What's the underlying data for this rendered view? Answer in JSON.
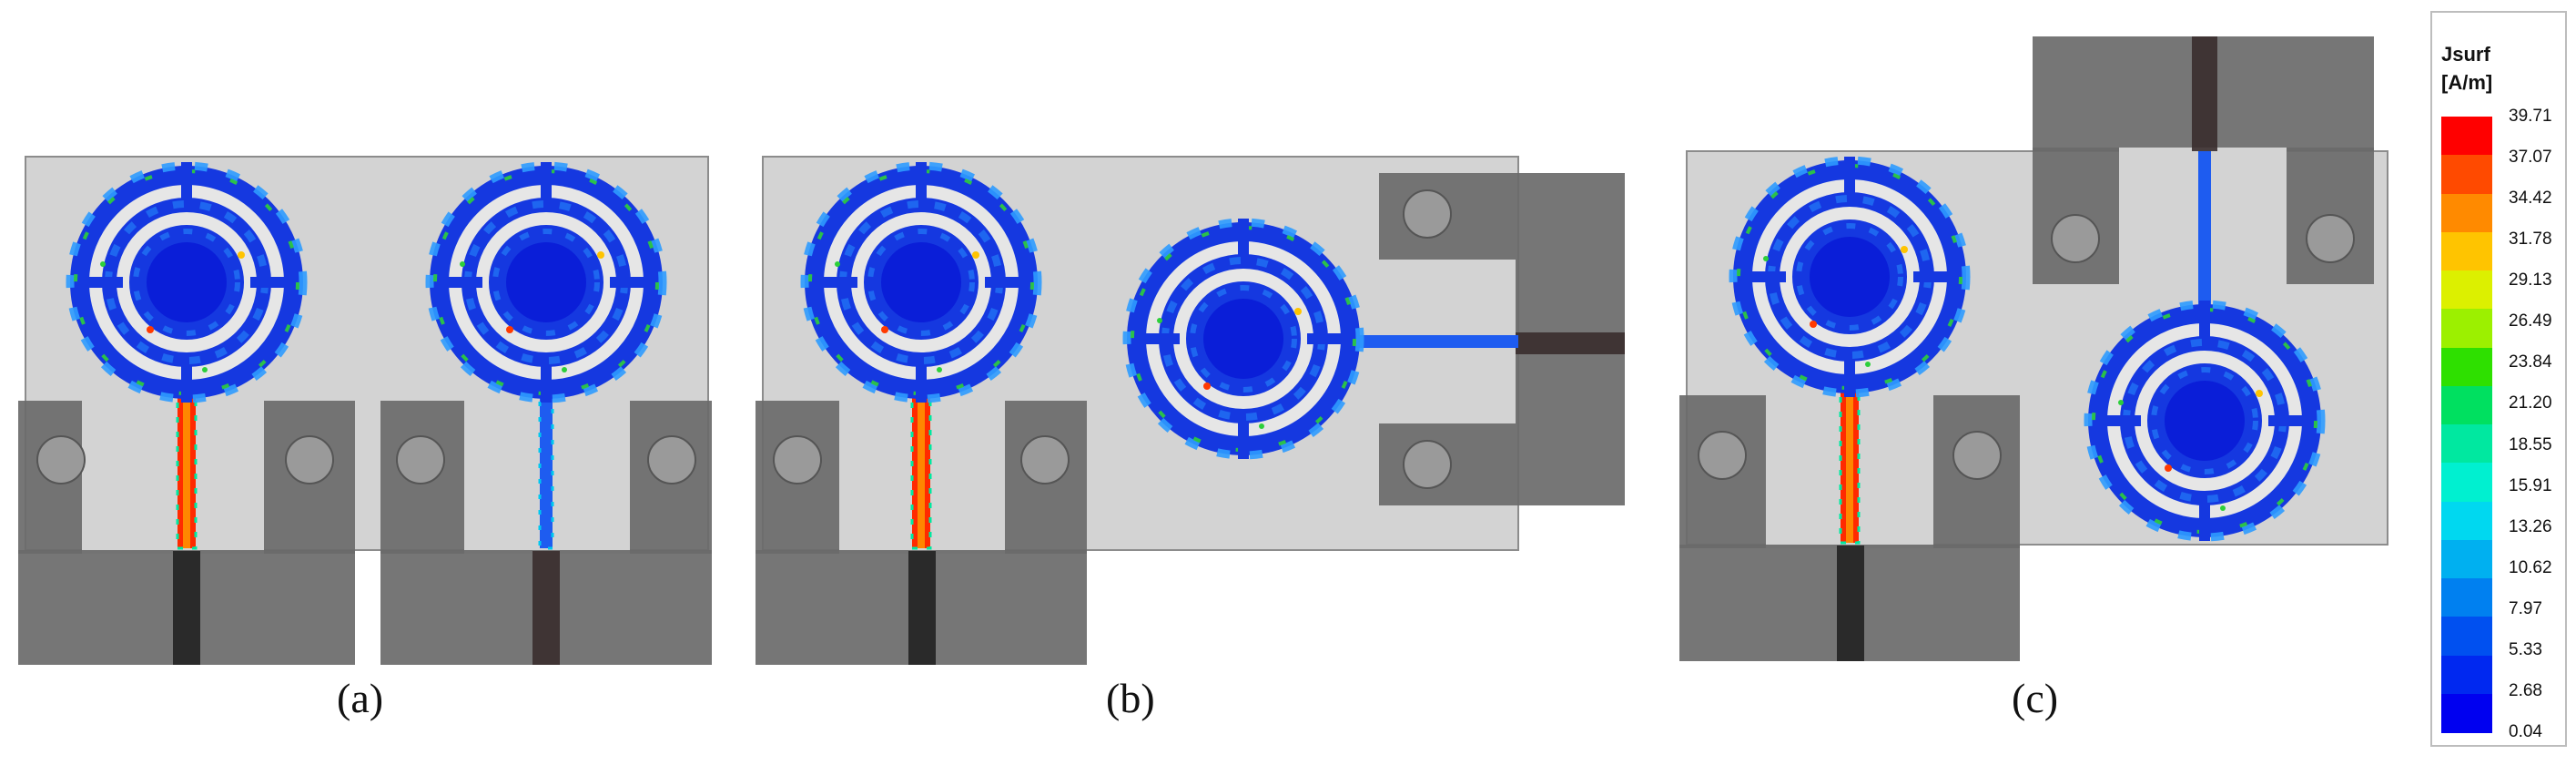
{
  "panels": [
    {
      "label": "(a)"
    },
    {
      "label": "(b)"
    },
    {
      "label": "(c)"
    }
  ],
  "legend": {
    "title": "Jsurf",
    "unit": "[A/m]",
    "ticks": [
      "39.71",
      "37.07",
      "34.42",
      "31.78",
      "29.13",
      "26.49",
      "23.84",
      "21.20",
      "18.55",
      "15.91",
      "13.26",
      "10.62",
      "7.97",
      "5.33",
      "2.68",
      "0.04"
    ],
    "colors": [
      "#ff0000",
      "#ff4a00",
      "#ff8a00",
      "#ffc400",
      "#dcf000",
      "#9cf000",
      "#2ee000",
      "#00e060",
      "#00e8a0",
      "#00f0d0",
      "#00d8f0",
      "#00b0f0",
      "#0080f0",
      "#0050f0",
      "#0028f0",
      "#0000f0"
    ]
  },
  "colors": {
    "substrate": "#d0d0d0",
    "metal": "#6f6f6f",
    "via": "#a0a0a0",
    "current_high": "#ff0000",
    "current_low": "#0000f0"
  }
}
